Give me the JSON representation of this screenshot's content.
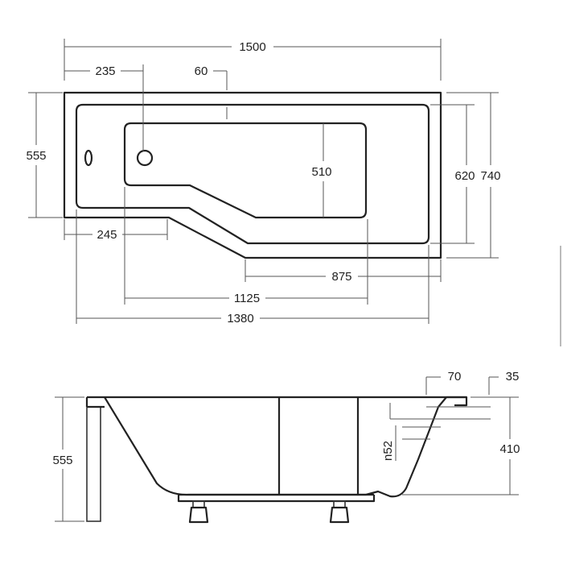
{
  "top_view": {
    "overall_length": "1500",
    "drain_offset": "235",
    "rim_width": "60",
    "narrow_end_width": "555",
    "bottom_width": "510",
    "inner_width": "620",
    "overall_width": "740",
    "narrow_end_length": "245",
    "wide_section_length": "875",
    "bottom_length": "1125",
    "inner_length": "1380"
  },
  "side_view": {
    "overall_height": "555",
    "rim_step": "70",
    "rim_lip": "35",
    "inner_depth": "410",
    "overflow_height": "n52"
  }
}
